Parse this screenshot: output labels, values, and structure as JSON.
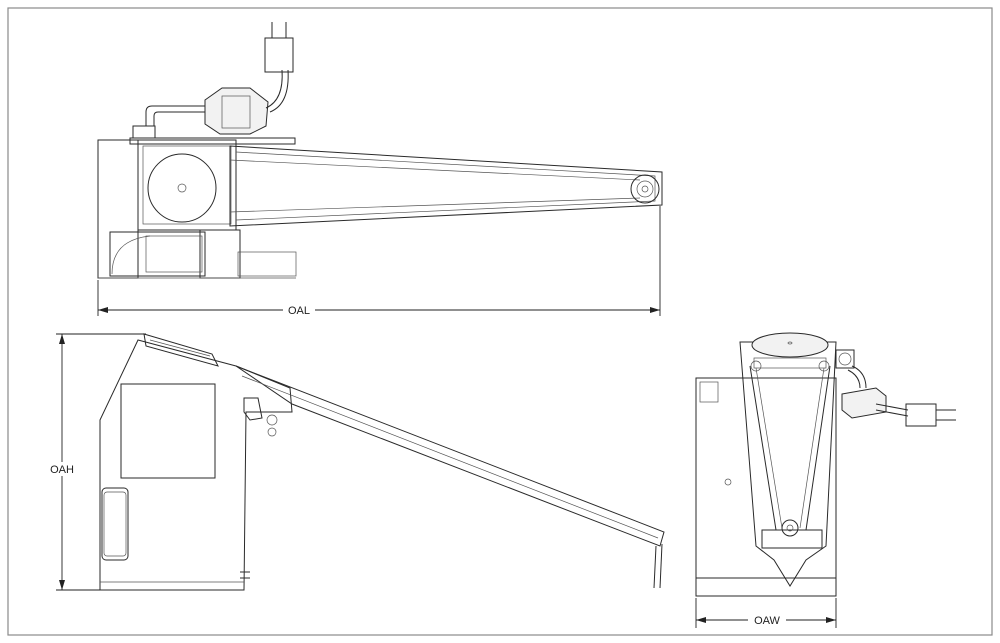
{
  "dimensions": {
    "overall_length": "OAL",
    "overall_height": "OAH",
    "overall_width": "OAW"
  }
}
